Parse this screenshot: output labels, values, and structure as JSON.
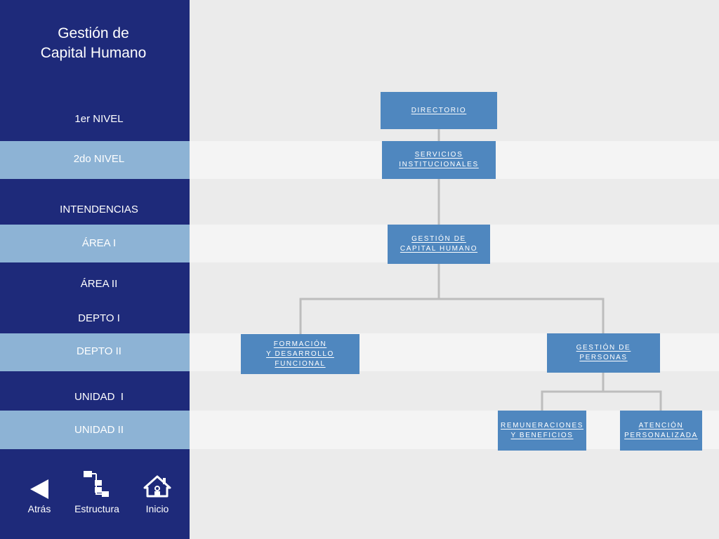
{
  "sidebar": {
    "title_line1": "Gestión de",
    "title_line2": "Capital Humano",
    "levels": [
      "1er NIVEL",
      "2do NIVEL",
      "INTENDENCIAS",
      "ÁREA I",
      "ÁREA II",
      "DEPTO I",
      "DEPTO II",
      "UNIDAD  I",
      "UNIDAD II"
    ],
    "nav": {
      "back_label": "Atrás",
      "structure_label": "Estructura",
      "home_label": "Inicio"
    }
  },
  "org": {
    "directorio": [
      "DIRECTORIO"
    ],
    "servicios": [
      "SERVICIOS",
      "INSTITUCIONALES"
    ],
    "gestion_ch": [
      "GESTIÓN DE",
      "CAPITAL HUMANO"
    ],
    "formacion": [
      "FORMACIÓN",
      "Y DESARROLLO",
      "FUNCIONAL"
    ],
    "gestion_personas": [
      "GESTIÓN DE",
      "PERSONAS"
    ],
    "remuneraciones": [
      "REMUNERACIONES",
      "Y BENEFICIOS"
    ],
    "atencion": [
      "ATENCIÓN",
      "PERSONALIZADA"
    ]
  },
  "colors": {
    "sidebar_dark": "#1e2a7a",
    "sidebar_light": "#8db3d5",
    "box": "#4f87bf",
    "connector": "#bdbdbd"
  }
}
